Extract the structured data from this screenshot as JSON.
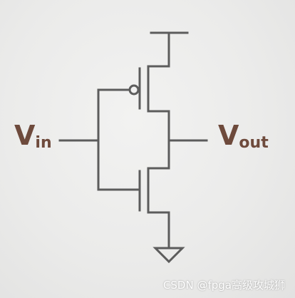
{
  "input_label": {
    "main": "V",
    "sub": "in"
  },
  "output_label": {
    "main": "V",
    "sub": "out"
  },
  "watermark": "CSDN @fpga高级攻城狮",
  "colors": {
    "wire": "#5c5c5c",
    "label": "#6e4a3c",
    "background": "#ebebea"
  }
}
